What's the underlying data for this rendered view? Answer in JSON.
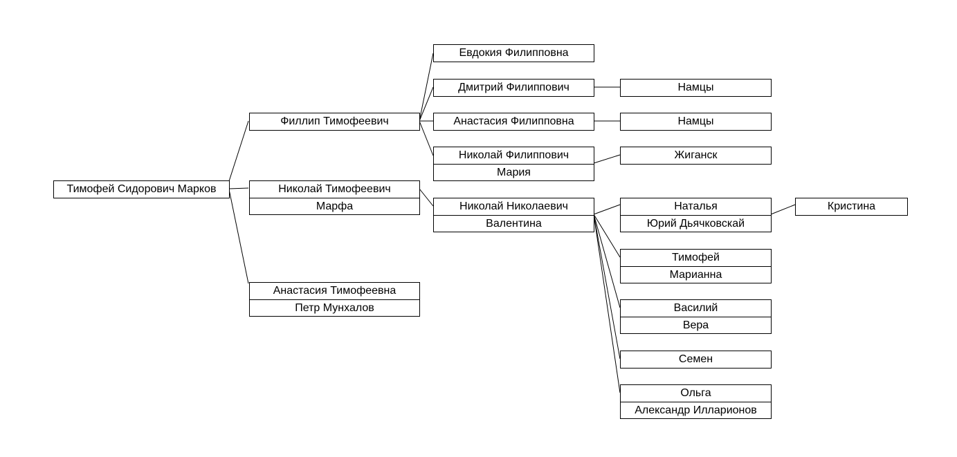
{
  "tree": {
    "root": {
      "name": "Тимофей Сидорович Марков"
    },
    "gen1": {
      "fillip": {
        "name": "Филлип Тимофеевич"
      },
      "nikolai": {
        "name": "Николай Тимофеевич",
        "spouse": "Марфа"
      },
      "anastasia": {
        "name": "Анастасия Тимофеевна",
        "spouse": "Петр Мунхалов"
      }
    },
    "gen2": {
      "evdokia": {
        "name": "Евдокия Филипповна"
      },
      "dmitry": {
        "name": "Дмитрий Филиппович"
      },
      "anastasia_f": {
        "name": "Анастасия Филипповна"
      },
      "nikolai_f": {
        "name": "Николай Филиппович",
        "spouse": "Мария"
      },
      "nikolai_n": {
        "name": "Николай Николаевич",
        "spouse": "Валентина"
      }
    },
    "gen3": {
      "namtsy1": {
        "name": "Намцы"
      },
      "namtsy2": {
        "name": "Намцы"
      },
      "zhigansk": {
        "name": "Жиганск"
      },
      "natalia": {
        "name": "Наталья",
        "spouse": "Юрий Дьячковскай"
      },
      "timofei": {
        "name": "Тимофей",
        "spouse": "Марианна"
      },
      "vasily": {
        "name": "Василий",
        "spouse": "Вера"
      },
      "semen": {
        "name": "Семен"
      },
      "olga": {
        "name": "Ольга",
        "spouse": "Александр Илларионов"
      }
    },
    "gen4": {
      "kristina": {
        "name": "Кристина"
      }
    }
  }
}
